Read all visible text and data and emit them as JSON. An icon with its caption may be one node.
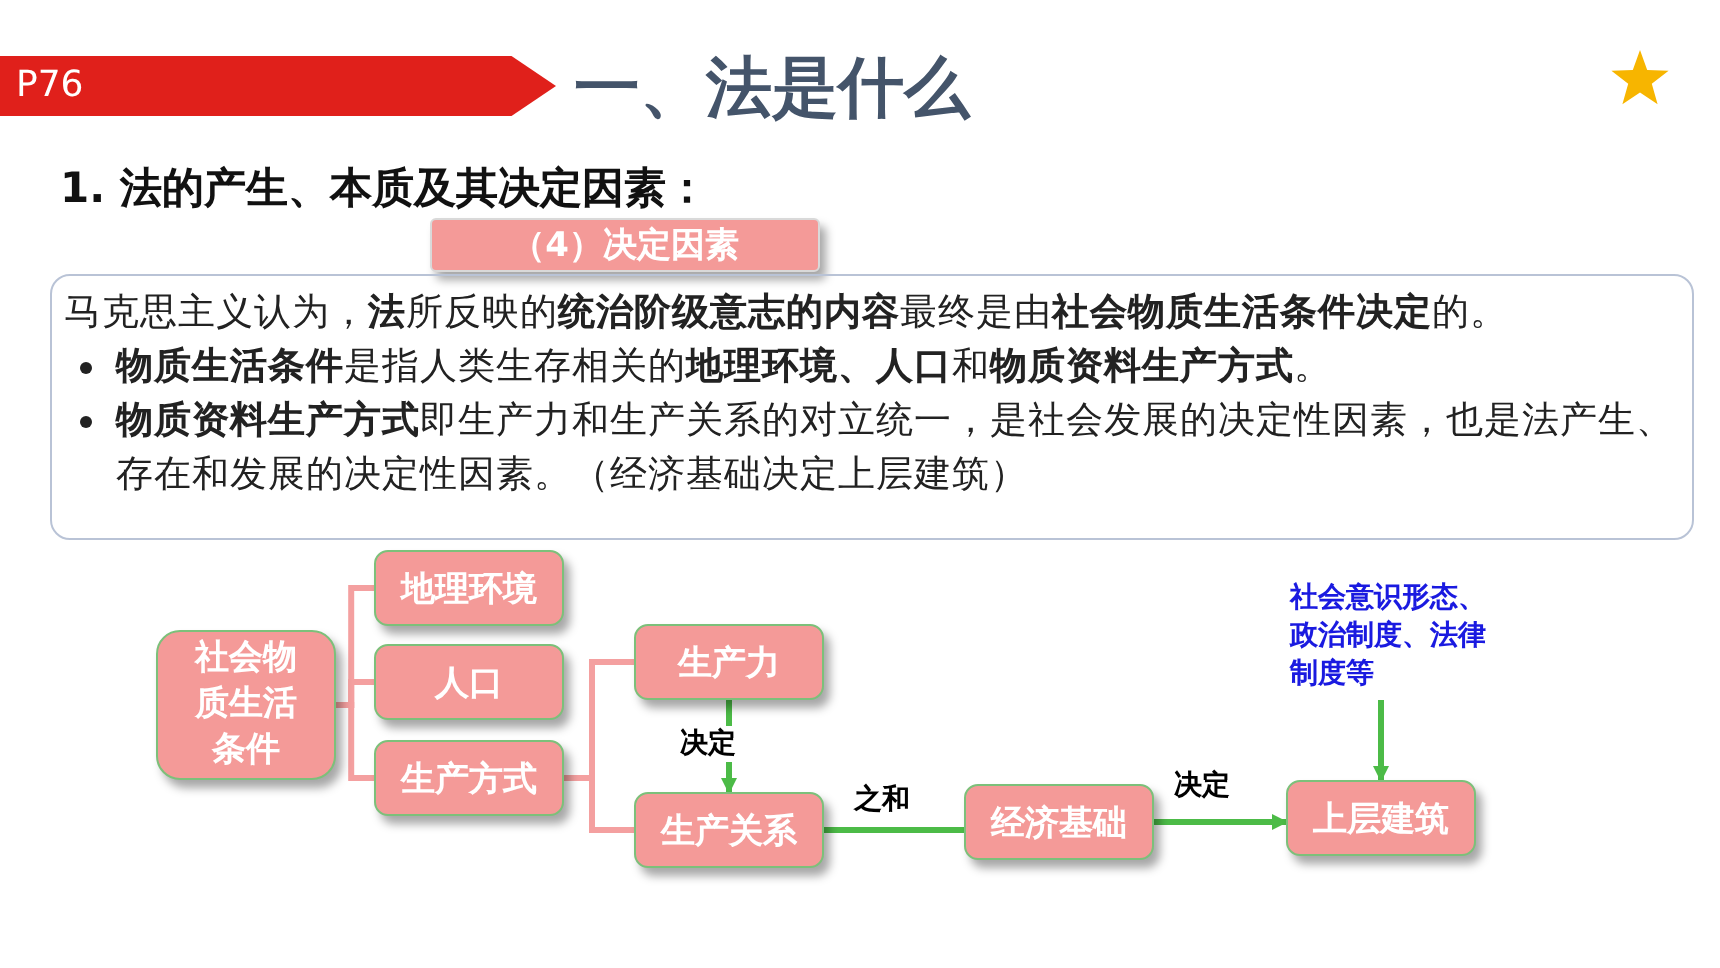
{
  "diagram": {
    "title": "一、法是什么",
    "nodes": [
      {
        "text": [
          "P76"
        ]
      },
      {
        "text": [
          "（4）决定因素"
        ]
      },
      {
        "text": [
          "马克思主义认为，**法**所反映的**统治阶级意志的内容**最终是由**社会物质生活条件决定**的。",
          "**物质生活条件**是指人类生存相关的**地理环境、人口**和**物质资料生产方式**。",
          "**物质资料生产方式**即生产力和生产关系的对立统一，是社会发展的决定性因素，也是法产生、存在和发展的决定性因素。（经济基础决定上层建筑）"
        ]
      },
      {
        "text": [
          "社会物质生活条件"
        ]
      },
      {
        "text": [
          "地理环境"
        ]
      },
      {
        "text": [
          "人口"
        ]
      },
      {
        "text": [
          "生产方式"
        ]
      },
      {
        "text": [
          "生产力"
        ]
      },
      {
        "text": [
          "生产关系"
        ]
      },
      {
        "text": [
          "经济基础"
        ]
      },
      {
        "text": [
          "上层建筑"
        ]
      },
      {
        "text": [
          "社会意识形态、政治制度、法律制度等"
        ]
      }
    ],
    "edges": [
      {
        "from": 3,
        "to": 4,
        "arrow": "none"
      },
      {
        "from": 3,
        "to": 5,
        "arrow": "none"
      },
      {
        "from": 3,
        "to": 6,
        "arrow": "none"
      },
      {
        "from": 6,
        "to": 7,
        "arrow": "none"
      },
      {
        "from": 6,
        "to": 8,
        "arrow": "none"
      },
      {
        "from": 7,
        "to": 8,
        "arrow": "to",
        "label": "决定",
        "color": "#4cbb47"
      },
      {
        "from": 8,
        "to": 9,
        "arrow": "none",
        "label": "之和",
        "color": "#4cbb47"
      },
      {
        "from": 9,
        "to": 10,
        "arrow": "to",
        "label": "决定",
        "color": "#4cbb47"
      },
      {
        "from": 11,
        "to": 10,
        "arrow": "to",
        "color": "#4cbb47"
      }
    ],
    "labels": [
      "1. 法的产生、本质及其决定因素："
    ]
  }
}
